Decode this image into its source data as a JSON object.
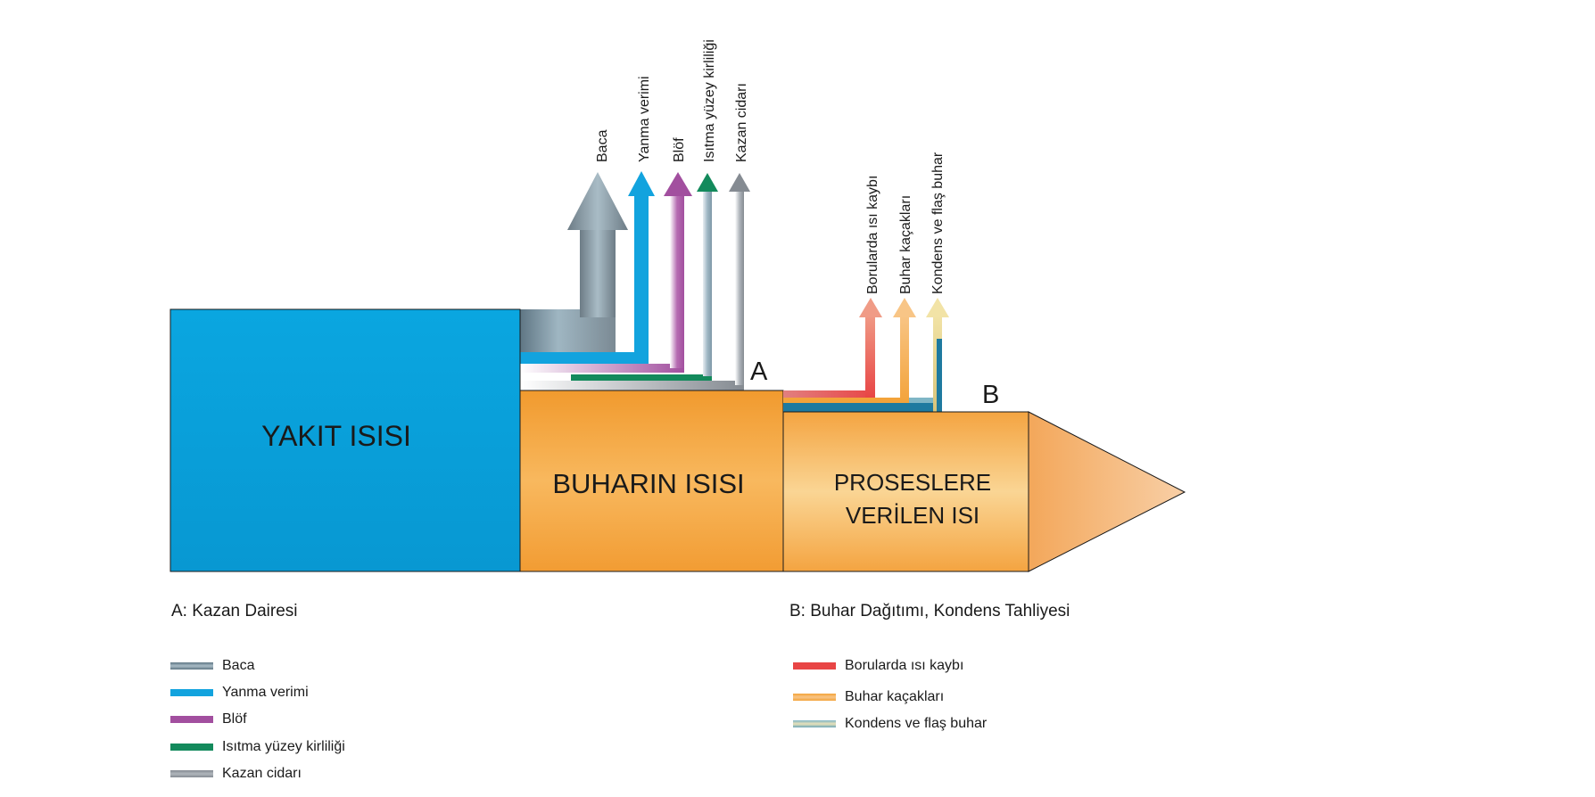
{
  "blocks": {
    "fuel": "YAKIT ISISI",
    "steam": "BUHARIN ISISI",
    "process_line1": "PROSESLERE",
    "process_line2": "VERİLEN ISI"
  },
  "points": {
    "a": "A",
    "b": "B"
  },
  "losses_a": [
    {
      "label": "Baca",
      "color": "#7d8a93"
    },
    {
      "label": "Yanma verimi",
      "color": "#12a3de"
    },
    {
      "label": "Blöf",
      "color": "#a24f9f"
    },
    {
      "label": "Isıtma yüzey kirliliği",
      "color": "#138a5c"
    },
    {
      "label": "Kazan cidarı",
      "color": "#858b92"
    }
  ],
  "losses_b": [
    {
      "label": "Borularda ısı kaybı",
      "color": "#e84545"
    },
    {
      "label": "Buhar kaçakları",
      "color": "#f3a33a"
    },
    {
      "label": "Kondens ve flaş buhar",
      "color": "#e9d489"
    }
  ],
  "legend": {
    "a_title": "A: Kazan Dairesi",
    "b_title": "B: Buhar Dağıtımı, Kondens Tahliyesi"
  },
  "colors": {
    "fuel": "#0aa6e0",
    "steam": "#f5a53e",
    "process": "#f7c06d",
    "arrow_tip": "#f6c08f",
    "distribution_blue": "#1e7aa0"
  }
}
